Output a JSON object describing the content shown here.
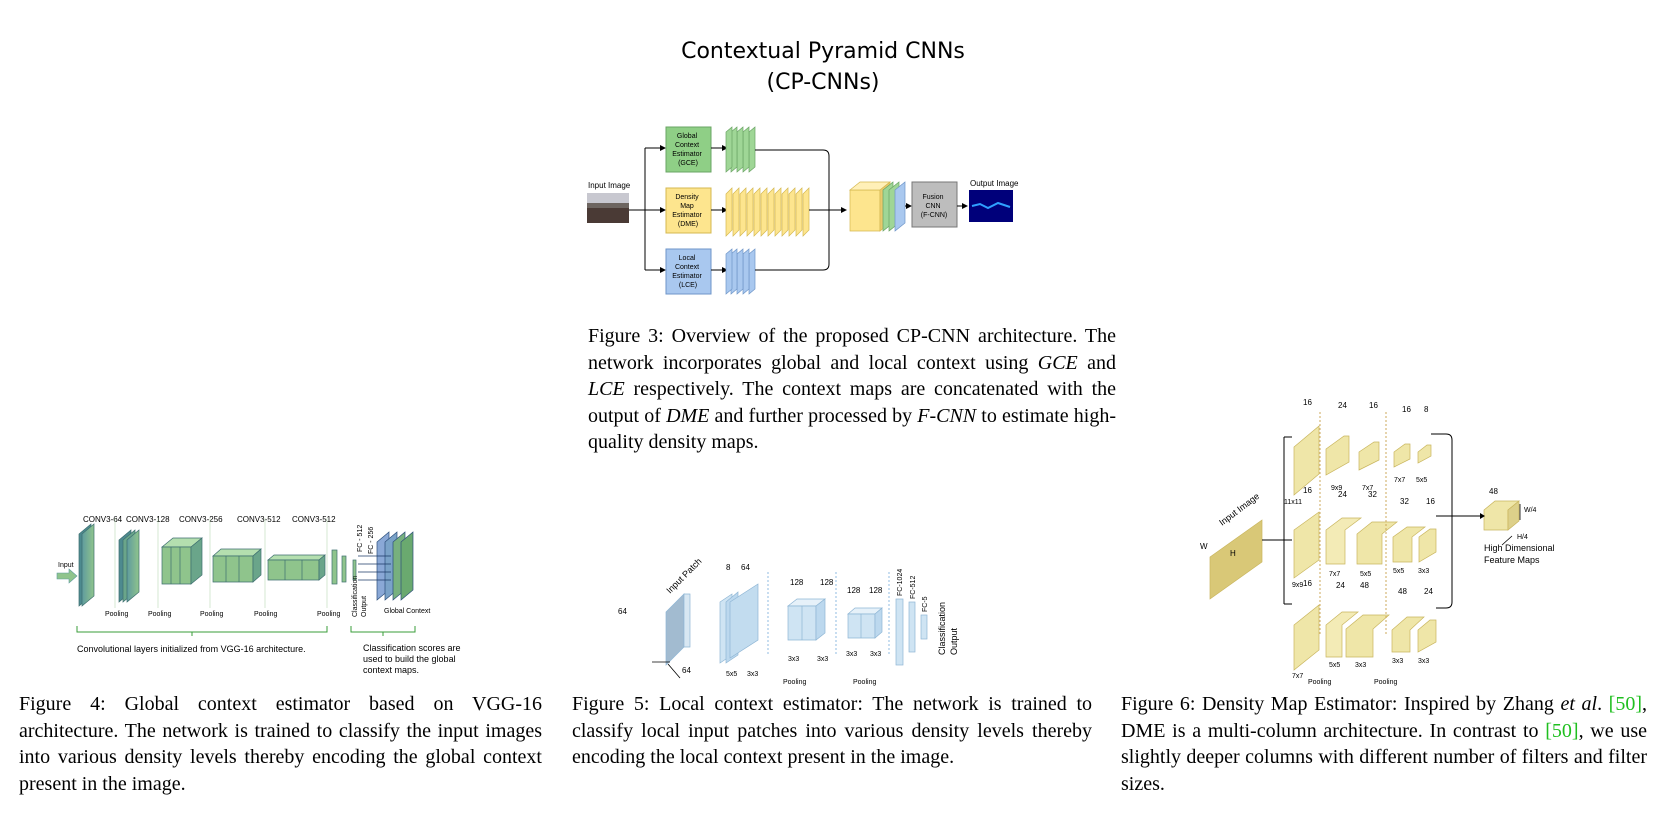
{
  "slide": {
    "title_line1": "Contextual Pyramid CNNs",
    "title_line2": "(CP-CNNs)"
  },
  "fig3": {
    "input_label": "Input Image",
    "output_label": "Output Image",
    "gce_box": [
      "Global",
      "Context",
      "Estimator",
      "(GCE)"
    ],
    "dme_box": [
      "Density",
      "Map",
      "Estimator",
      "(DME)"
    ],
    "lce_box": [
      "Local",
      "Context",
      "Estimator",
      "(LCE)"
    ],
    "fusion_box": [
      "Fusion",
      "CNN",
      "(F-CNN)"
    ],
    "caption_prefix": "Figure 3: Overview of the proposed CP-CNN architecture. The network incorporates global and local context using ",
    "caption_gce": "GCE",
    "caption_and": " and ",
    "caption_lce": "LCE",
    "caption_mid": " respectively. The context maps are concatenated with the output of ",
    "caption_dme": "DME",
    "caption_mid2": " and further processed by ",
    "caption_fcnn": "F-CNN",
    "caption_end": " to estimate high-quality density maps."
  },
  "fig4": {
    "input_label": "Input",
    "layer_labels": [
      "CONV3-64",
      "CONV3-128",
      "CONV3-256",
      "CONV3-512",
      "CONV3-512"
    ],
    "fc_labels": [
      "FC - 512",
      "FC - 256"
    ],
    "pool_label": "Pooling",
    "class_output_label": [
      "Classification",
      "Output"
    ],
    "global_context_label": "Global Context",
    "brace_left_text": "Convolutional layers initialized from VGG-16 architecture.",
    "brace_right_text": [
      "Classification scores are",
      "used to build the global",
      "context maps."
    ],
    "caption": "Figure 4: Global context estimator based on VGG-16 architecture. The network is trained to classify the input images into various density levels thereby encoding the global context present in the image."
  },
  "fig5": {
    "input_label": "Input Patch",
    "dim_64a": "64",
    "dim_64b": "64",
    "top_labels": [
      "8",
      "64",
      "128",
      "128",
      "128",
      "128"
    ],
    "kernel_labels": [
      "5x5",
      "3x3",
      "3x3",
      "3x3",
      "3x3",
      "3x3"
    ],
    "fc_labels": [
      "FC-1024",
      "FC-512",
      "FC-5"
    ],
    "pool_label": "Pooling",
    "class_output_label": [
      "Classification",
      "Output"
    ],
    "caption": "Figure 5: Local context estimator: The network is trained to classify local input patches into various density levels thereby encoding the local context present in the image."
  },
  "fig6": {
    "input_label": "Input Image",
    "dim_w": "W",
    "dim_h": "H",
    "row1_top": [
      "16",
      "24",
      "16",
      "16",
      "8"
    ],
    "row1_kernels": [
      "11x11",
      "9x9",
      "7x7",
      "7x7",
      "5x5"
    ],
    "row2_top": [
      "16",
      "24",
      "32",
      "32",
      "16"
    ],
    "row2_kernels": [
      "9x9",
      "7x7",
      "5x5",
      "5x5",
      "3x3"
    ],
    "row3_top": [
      "16",
      "24",
      "48",
      "48",
      "24"
    ],
    "row3_kernels": [
      "7x7",
      "5x5",
      "3x3",
      "3x3",
      "3x3"
    ],
    "pool_label": "Pooling",
    "output_top": "48",
    "output_w": "W/4",
    "output_h": "H/4",
    "output_label": [
      "High Dimensional",
      "Feature Maps"
    ],
    "caption_a": "Figure 6: Density Map Estimator: Inspired by Zhang ",
    "caption_etal": "et al",
    "caption_b": ". ",
    "cite1": "[50]",
    "caption_c": ", DME is a multi-column architecture. In contrast to ",
    "cite2": "[50]",
    "caption_d": ", we use slightly deeper columns with different number of filters and filter sizes."
  }
}
